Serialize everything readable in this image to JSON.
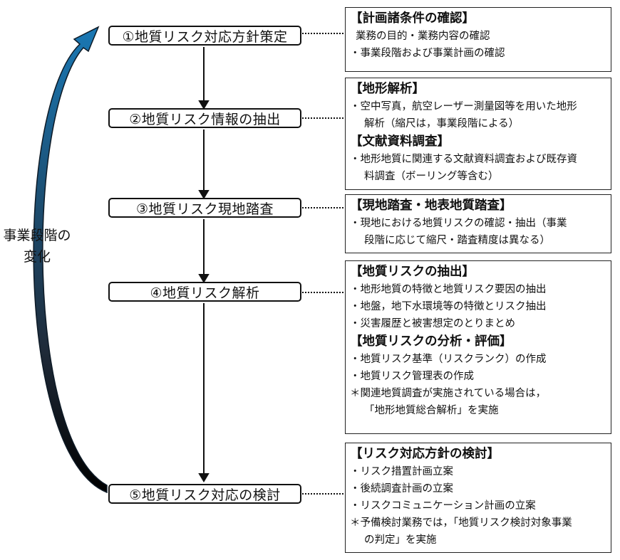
{
  "side_label": [
    "事業段階の",
    "変化"
  ],
  "steps": [
    "①地質リスク対応方針策定",
    "②地質リスク情報の抽出",
    "③地質リスク現地踏査",
    "④地質リスク解析",
    "⑤地質リスク対応の検討"
  ],
  "boxes": [
    {
      "h1": "【計画諸条件の確認】",
      "l1": "業務の目的・業務内容の確認",
      "l2": "・事業段階および事業計画の確認"
    },
    {
      "h1": "【地形解析】",
      "l1": "・空中写真，航空レーザー測量図等を用いた地形",
      "l2": "解析（縮尺は，事業段階による）",
      "h2": "【文献資料調査】",
      "l3": "・地形地質に関連する文献資料調査および既存資",
      "l4": "料調査（ボーリング等含む）"
    },
    {
      "h1": "【現地踏査・地表地質踏査】",
      "l1": "・現地における地質リスクの確認・抽出（事業",
      "l2": "段階に応じて縮尺・踏査精度は異なる）"
    },
    {
      "h1": "【地質リスクの抽出】",
      "l1": "・地形地質の特徴と地質リスク要因の抽出",
      "l2": "・地盤，地下水環境等の特徴とリスク抽出",
      "l3": "・災害履歴と被害想定のとりまとめ",
      "h2": "【地質リスクの分析・評価】",
      "l4": "・地質リスク基準（リスクランク）の作成",
      "l5": "・地質リスク管理表の作成",
      "l6": "＊関連地質調査が実施されている場合は，",
      "l7": "「地形地質総合解析」を実施"
    },
    {
      "h1": "【リスク対応方針の検討】",
      "l1": "・リスク措置計画立案",
      "l2": "・後続調査計画の立案",
      "l3": "・リスクコミュニケーション計画の立案",
      "l4": "＊予備検討業務では，「地質リスク検討対象事業",
      "l5": "の判定」を実施"
    }
  ]
}
